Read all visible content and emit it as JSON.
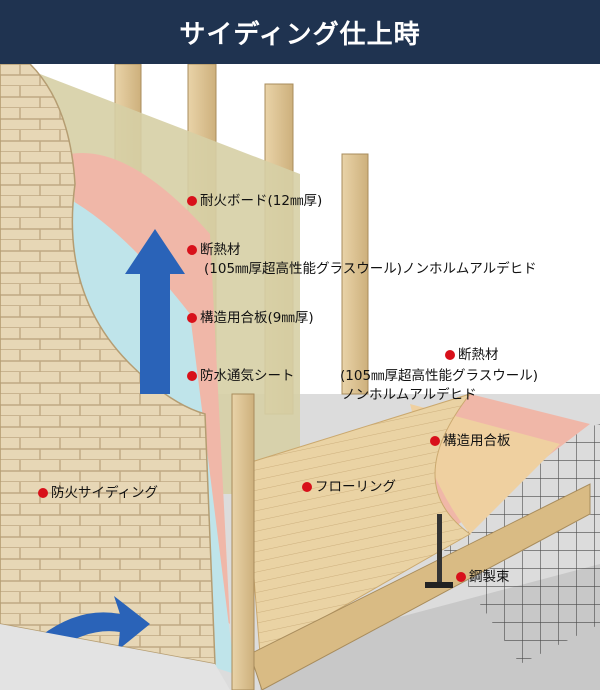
{
  "title": "サイディング仕上時",
  "colors": {
    "title_bg": "#1f3350",
    "marker": "#d8101a",
    "arrow": "#2a63b8"
  },
  "labels": {
    "fire_board": "耐火ボード(12㎜厚)",
    "insulation_wall_line1": "断熱材",
    "insulation_wall_line2": "(105㎜厚超高性能グラスウール)ノンホルムアルデヒド",
    "plywood_wall": "構造用合板(9㎜厚)",
    "waterproof_sheet": "防水通気シート",
    "insulation_floor_line1": "断熱材",
    "insulation_floor_line2": "(105㎜厚超高性能グラスウール)",
    "insulation_floor_line3": "ノンホルムアルデヒド",
    "plywood_floor": "構造用合板",
    "flooring": "フローリング",
    "siding": "防火サイディング",
    "steel_post": "鋼製束"
  }
}
